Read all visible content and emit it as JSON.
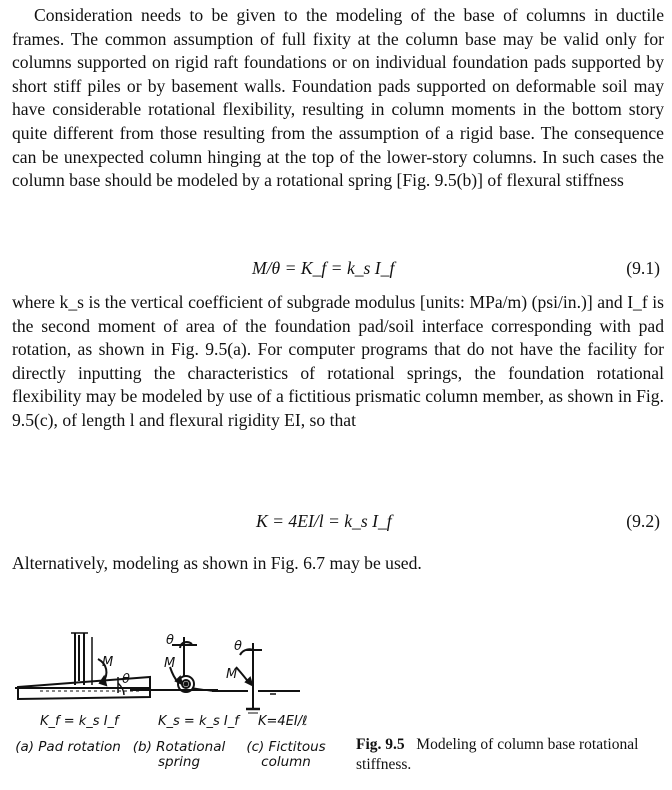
{
  "paragraph1": "Consideration needs to be given to the modeling of the base of columns in ductile frames. The common assumption of full fixity at the column base may be valid only for columns supported on rigid raft foundations or on individual foundation pads supported by short stiff piles or by basement walls. Foundation pads supported on deformable soil may have considerable rotational flexibility, resulting in column moments in the bottom story quite different from those resulting from the assumption of a rigid base. The consequence can be unexpected column hinging at the top of the lower-story columns. In such cases the column base should be modeled by a rotational spring [Fig. 9.5(b)] of flexural stiffness",
  "equation1": {
    "expression": "M/θ = K_f = k_s I_f",
    "number": "(9.1)"
  },
  "paragraph2": "where k_s is the vertical coefficient of subgrade modulus [units: MPa/m) (psi/in.)] and I_f is the second moment of area of the foundation pad/soil interface corresponding with pad rotation, as shown in Fig. 9.5(a). For computer programs that do not have the facility for directly inputting the characteristics of rotational springs, the foundation rotational flexibility may be modeled by use of a fictitious prismatic column member, as shown in Fig. 9.5(c), of length l and flexural rigidity EI, so that",
  "equation2": {
    "expression": "K = 4EI/l = k_s I_f",
    "number": "(9.2)"
  },
  "paragraph3": "Alternatively, modeling as shown in Fig. 6.7 may be used.",
  "figure": {
    "labels": {
      "moment_a": "M",
      "theta_a": "θ",
      "theta_b": "θ",
      "moment_b": "M",
      "theta_c": "θ",
      "moment_c": "M",
      "formula_a": "K_f = k_s I_f",
      "formula_b": "K_s = k_s I_f",
      "formula_c": "K=4EI/ℓ"
    },
    "subcaptions": {
      "a": [
        "(a) Pad rotation"
      ],
      "b": [
        "(b) Rotational",
        "spring"
      ],
      "c": [
        "(c) Fictitous",
        "column"
      ]
    },
    "caption_number": "Fig. 9.5",
    "caption_text": "Modeling of column base rotational stiffness."
  }
}
